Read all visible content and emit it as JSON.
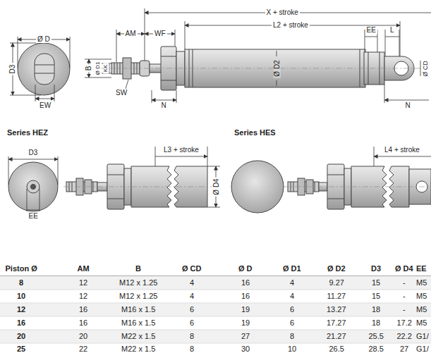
{
  "diagram": {
    "labels": [
      "Ø D",
      "D3",
      "EW",
      "X + stroke",
      "L2 + stroke",
      "AM",
      "WF",
      "B",
      "Ø D1",
      "KK",
      "SW",
      "N",
      "Ø D2",
      "EE",
      "L",
      "Ø CD",
      "N",
      "Series HEZ",
      "D3",
      "EE",
      "L3 + stroke",
      "Ø D4",
      "Series HES",
      "L4 + stroke",
      "Piston Ø",
      "AM",
      "B",
      "Ø CD",
      "Ø D",
      "Ø D1",
      "Ø D2",
      "D3",
      "Ø D4",
      "EE",
      "8",
      "12",
      "M12 x 1.25",
      "4",
      "16",
      "4",
      "9.27",
      "15",
      "-",
      "M5",
      "10",
      "12",
      "M12 x 1.25",
      "4",
      "16",
      "4",
      "11.27",
      "15",
      "-",
      "M5",
      "12",
      "16",
      "M16 x 1.5",
      "6",
      "19",
      "6",
      "13.27",
      "18",
      "-",
      "M5",
      "16",
      "16",
      "M16 x 1.5",
      "6",
      "19",
      "6",
      "17.27",
      "18",
      "17.2",
      "M5",
      "20",
      "20",
      "M22 x 1.5",
      "8",
      "27",
      "8",
      "21.27",
      "25.5",
      "22.2",
      "G1/",
      "25",
      "22",
      "M22 x 1.5",
      "8",
      "30",
      "10",
      "26.5",
      "28.5",
      "27",
      "G1/"
    ]
  }
}
